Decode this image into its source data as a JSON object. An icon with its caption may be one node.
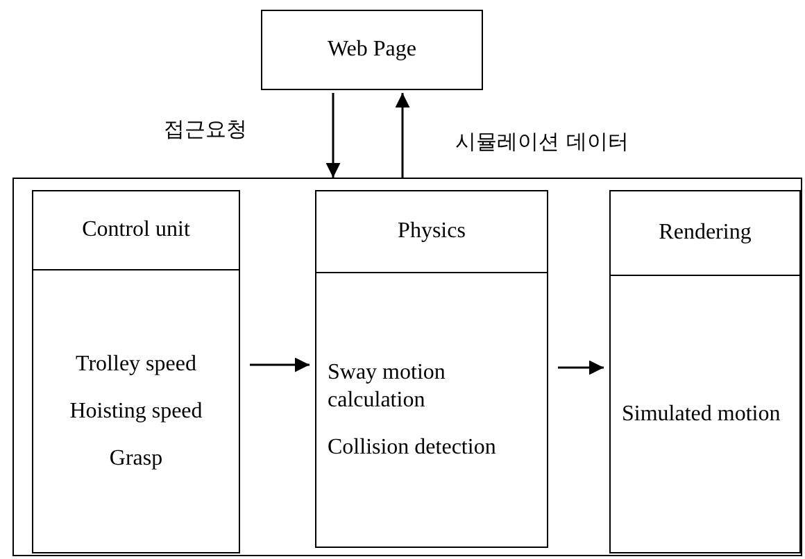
{
  "diagram": {
    "nodes": [
      {
        "text": [
          "Web Page"
        ]
      },
      {
        "text": [],
        "shape": "box"
      },
      {
        "text": [
          "Control unit",
          "Trolley speed",
          "Hoisting speed",
          "Grasp"
        ],
        "in": 1
      },
      {
        "text": [
          "Physics",
          "Sway motion calculation",
          "Collision detection"
        ],
        "in": 1
      },
      {
        "text": [
          "Rendering",
          "Simulated motion"
        ],
        "in": 1
      }
    ],
    "edges": [
      {
        "from": 0,
        "to": 1,
        "arrow": "to",
        "label": "접근요청"
      },
      {
        "from": 1,
        "to": 0,
        "arrow": "to",
        "label": "시뮬레이션 데이터"
      },
      {
        "from": 2,
        "to": 3,
        "arrow": "to"
      },
      {
        "from": 3,
        "to": 4,
        "arrow": "to"
      }
    ]
  }
}
